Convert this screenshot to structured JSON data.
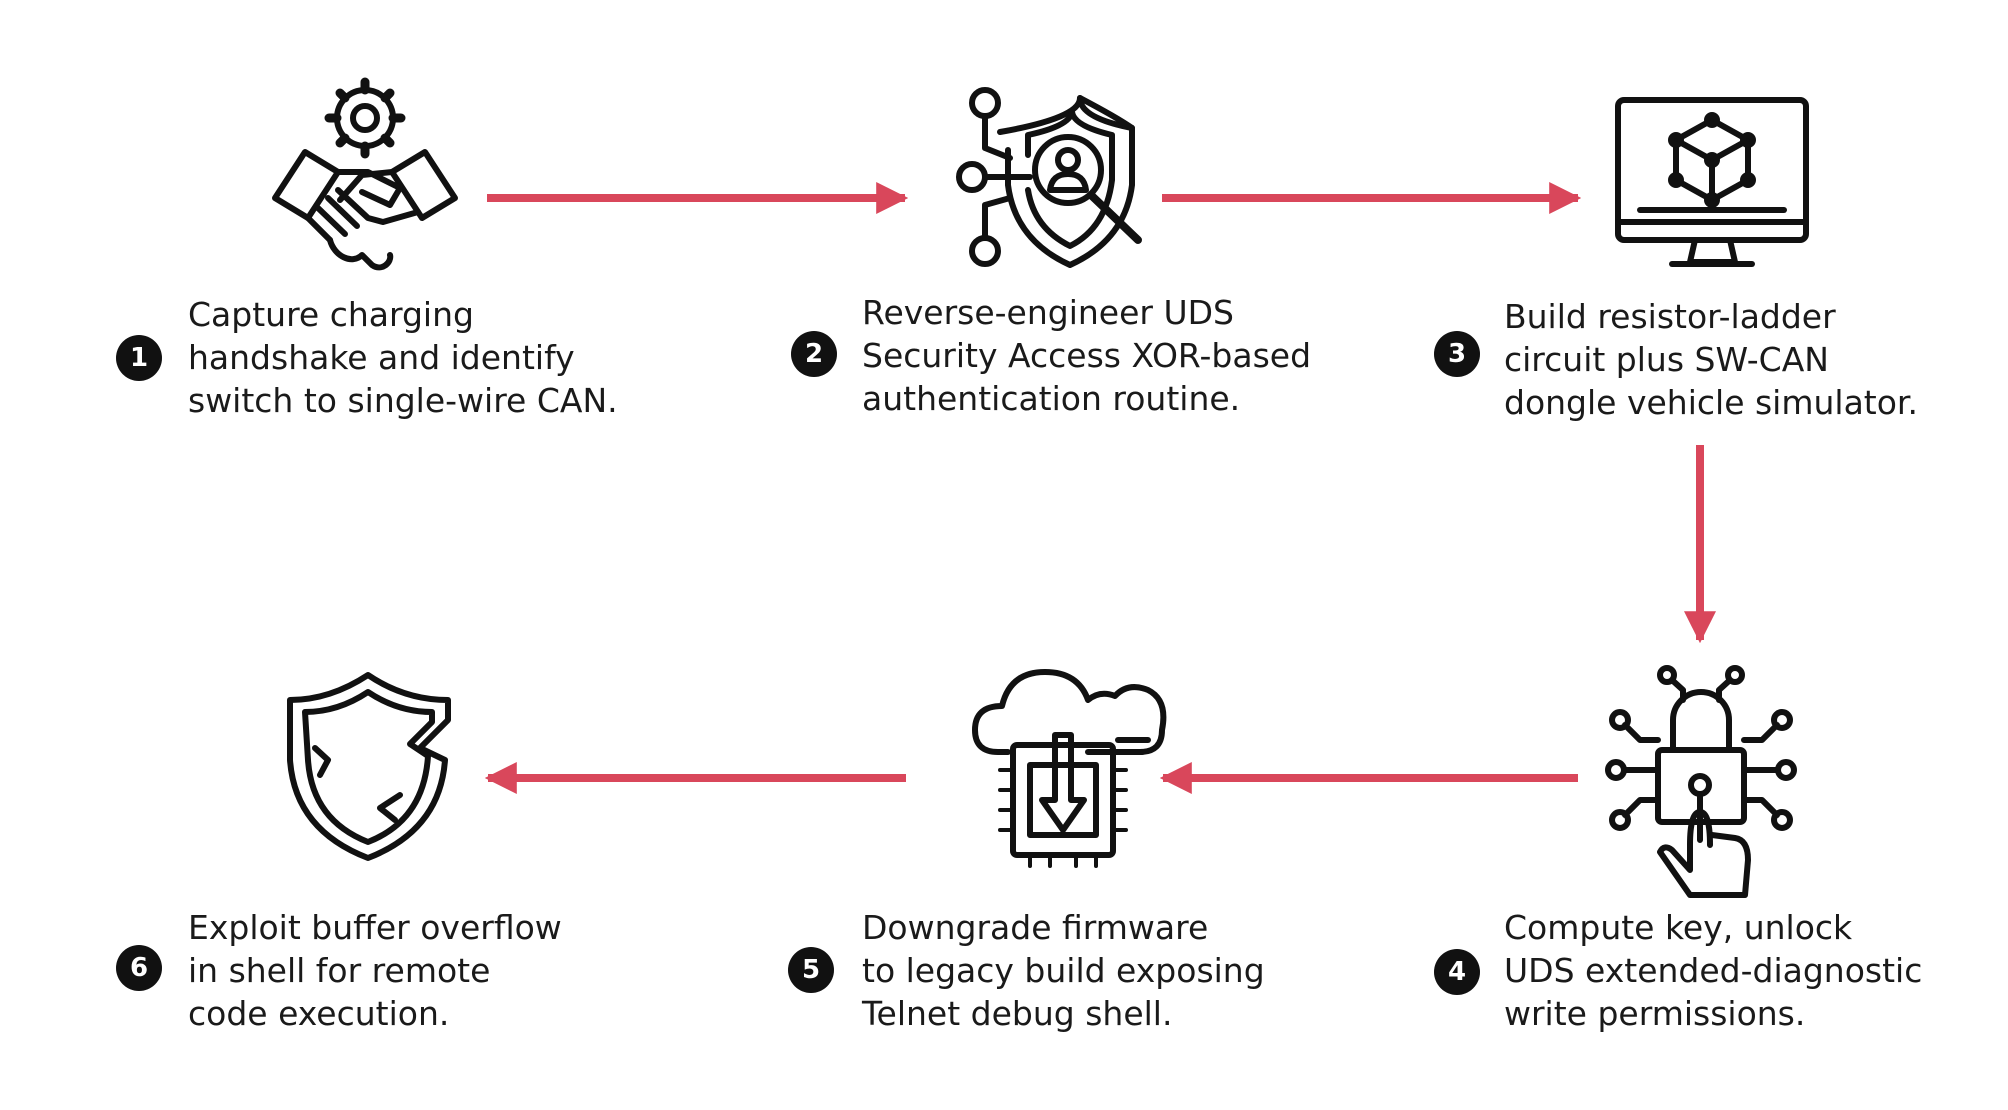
{
  "colors": {
    "arrow": "#d9475b",
    "icon": "#111111",
    "badge": "#111111",
    "text": "#1a1a1a"
  },
  "steps": [
    {
      "number": "1",
      "icon": "handshake-gear-icon",
      "lines": [
        "Capture charging",
        "handshake and identify",
        "switch to single-wire CAN."
      ]
    },
    {
      "number": "2",
      "icon": "shield-user-search-icon",
      "lines": [
        "Reverse-engineer UDS",
        "Security Access XOR-based",
        "authentication routine."
      ]
    },
    {
      "number": "3",
      "icon": "monitor-cube-icon",
      "lines": [
        "Build resistor-ladder",
        "circuit plus SW-CAN",
        "dongle vehicle simulator."
      ]
    },
    {
      "number": "4",
      "icon": "circuit-lock-hand-icon",
      "lines": [
        "Compute key, unlock",
        "UDS extended-diagnostic",
        "write permissions."
      ]
    },
    {
      "number": "5",
      "icon": "cloud-download-chip-icon",
      "lines": [
        "Downgrade firmware",
        "to legacy build exposing",
        "Telnet debug shell."
      ]
    },
    {
      "number": "6",
      "icon": "cracked-shield-icon",
      "lines": [
        "Exploit buffer overflow",
        "in shell for remote",
        "code execution."
      ]
    }
  ]
}
